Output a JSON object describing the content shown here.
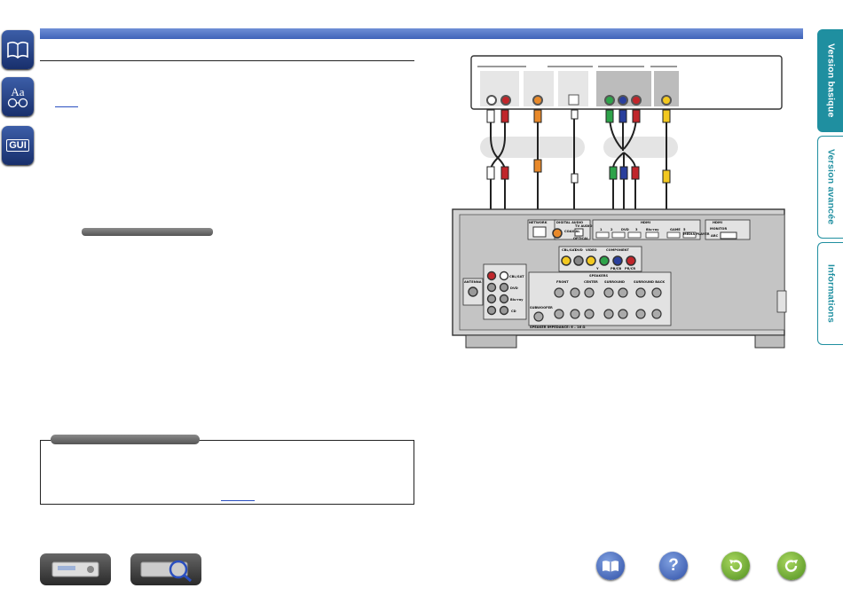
{
  "side_tabs": [
    {
      "label": "Version basique",
      "bg": "#1f8fa0",
      "color": "#ffffff"
    },
    {
      "label": "Version avancée",
      "bg": "#ffffff",
      "color": "#1f8fa0"
    },
    {
      "label": "Informations",
      "bg": "#ffffff",
      "color": "#1f8fa0"
    }
  ],
  "left_icons": [
    {
      "name": "manual-book-icon",
      "glyph": "📖"
    },
    {
      "name": "glossary-icon",
      "glyph": "Aa"
    },
    {
      "name": "gui-icon",
      "glyph": "GUI"
    }
  ],
  "receiver_labels": {
    "network": "NETWORK",
    "digital_audio": "DIGITAL AUDIO",
    "hdmi": "HDMI",
    "hdmi_monitor": "HDMI",
    "antenna": "ANTENNA",
    "speakers": "SPEAKERS",
    "subwoofer": "SUBWOOFER",
    "front": "FRONT",
    "center": "CENTER",
    "surround": "SURROUND",
    "surround_back": "SURROUND BACK",
    "cbl_sat": "CBL/SAT",
    "dvd": "DVD",
    "bluray": "Blu-ray",
    "cd": "CD",
    "tv_audio": "TV AUDIO",
    "optical": "OPTICAL",
    "coaxial": "COAXIAL",
    "monitor": "MONITOR",
    "arc": "ARC",
    "media_player": "MEDIA PLAYER",
    "game": "GAME",
    "video": "VIDEO",
    "component": "COMPONENT",
    "y": "Y",
    "pb": "PB/CB",
    "pr": "PR/CR",
    "impedance": "SPEAKER IMPEDANCE: 6 – 16 Ω",
    "hdmi_1": "1",
    "hdmi_2": "2",
    "hdmi_dvd": "DVD",
    "hdmi_3": "3",
    "hdmi_bluray": "Blu-ray",
    "hdmi_game": "GAME",
    "hdmi_5": "5"
  },
  "colors": {
    "accent": "#4a6cc4",
    "tab_teal": "#1f8fa0",
    "cable_red": "#c0262b",
    "cable_green": "#2ea34a",
    "cable_blue": "#2a3f9c",
    "cable_orange": "#e8892a",
    "cable_yellow": "#f2c820"
  }
}
